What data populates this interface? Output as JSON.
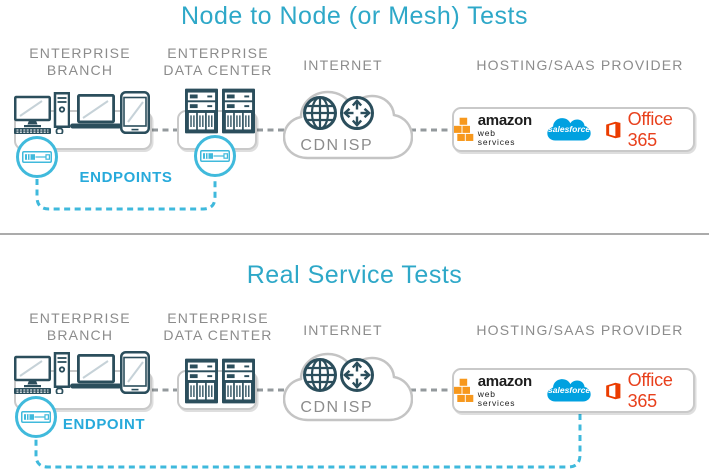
{
  "colors": {
    "title_cyan": "#2EA8C8",
    "endpoint_cyan": "#27AADB",
    "device_teal": "#2B4E5C",
    "label_gray": "#8C8C8C",
    "panel_border": "#C9C9C9",
    "aws_orange": "#F7981D",
    "salesforce_blue": "#00A1E0",
    "office_red": "#EB3C00"
  },
  "sections": [
    {
      "title": "Node to Node (or Mesh) Tests",
      "branch_line1": "ENTERPRISE",
      "branch_line2": "BRANCH",
      "datacenter_line1": "ENTERPRISE",
      "datacenter_line2": "DATA CENTER",
      "internet_label": "INTERNET",
      "hosting_label": "HOSTING/SAAS PROVIDER",
      "cdn_label": "CDN",
      "isp_label": "ISP",
      "endpoint_label": "ENDPOINTS"
    },
    {
      "title": "Real Service Tests",
      "branch_line1": "ENTERPRISE",
      "branch_line2": "BRANCH",
      "datacenter_line1": "ENTERPRISE",
      "datacenter_line2": "DATA CENTER",
      "internet_label": "INTERNET",
      "hosting_label": "HOSTING/SAAS PROVIDER",
      "cdn_label": "CDN",
      "isp_label": "ISP",
      "endpoint_label": "ENDPOINT"
    }
  ],
  "logos": {
    "aws_name": "amazon",
    "aws_sub": "web services",
    "salesforce": "salesforce",
    "office": "Office 365"
  }
}
